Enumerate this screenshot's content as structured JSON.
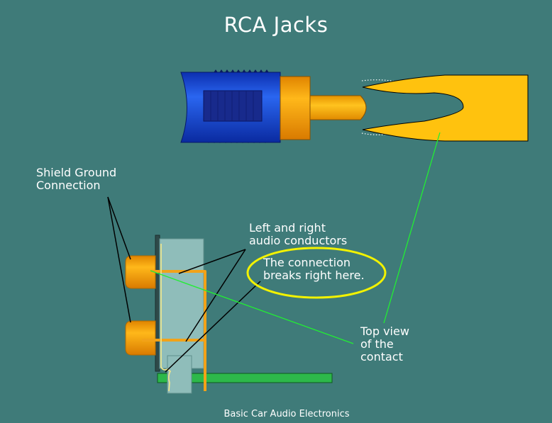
{
  "slide": {
    "title": "RCA Jacks",
    "footer": "Basic Car Audio Electronics"
  },
  "labels": {
    "shield_ground": "Shield Ground\nConnection",
    "audio_conductors": "Left and right\naudio conductors",
    "connection_breaks": "The connection\nbreaks right here.",
    "top_view": "Top view\nof the\ncontact"
  },
  "colors": {
    "background": "#3f7b79",
    "plug_body": "#1f4fd6",
    "plug_grip": "#172a8f",
    "gold": "#f7a400",
    "contact_yellow": "#ffc20e",
    "pcb_green": "#2db84a",
    "jack_body": "#8fbdba",
    "highlight_ellipse": "#f2f200",
    "pointer_line_green": "#22ee33"
  }
}
